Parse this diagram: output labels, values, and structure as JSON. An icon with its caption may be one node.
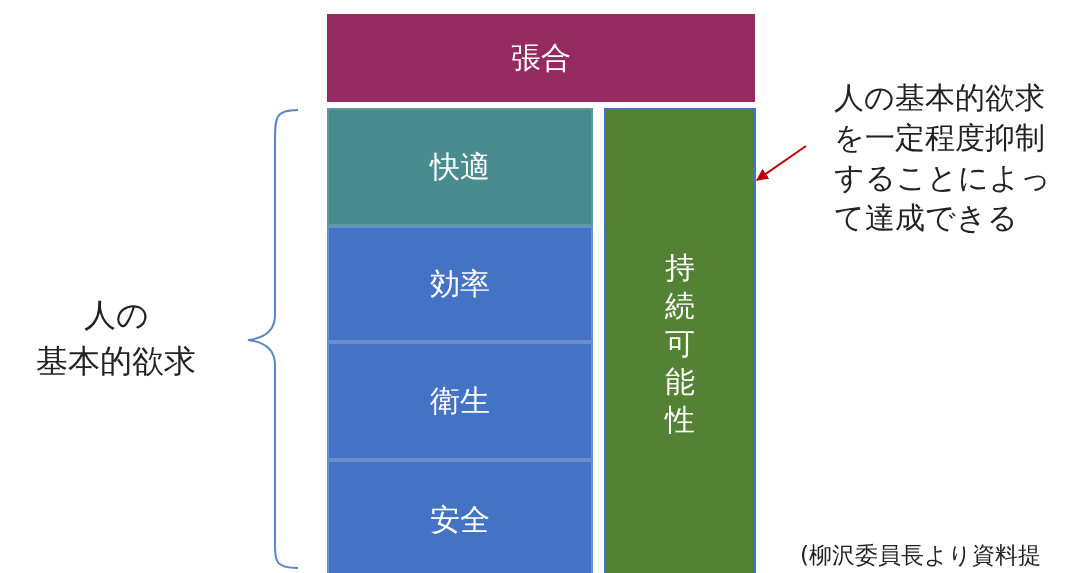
{
  "diagram": {
    "nodes": [
      {
        "text": [
          "張合"
        ]
      },
      {
        "text": [
          "快適"
        ]
      },
      {
        "text": [
          "効率"
        ]
      },
      {
        "text": [
          "衛生"
        ]
      },
      {
        "text": [
          "安全"
        ]
      },
      {
        "text": [
          "持続可能性"
        ]
      },
      {
        "text": [
          "人の基本的欲求を一定程度抑制することによって達成できる"
        ]
      }
    ],
    "edges": [
      {
        "from": 6,
        "to": 5,
        "arrow": "to",
        "color": "#c00000"
      }
    ],
    "labels": [
      "人の基本的欲求",
      "(柳沢委員長より資料提"
    ]
  }
}
